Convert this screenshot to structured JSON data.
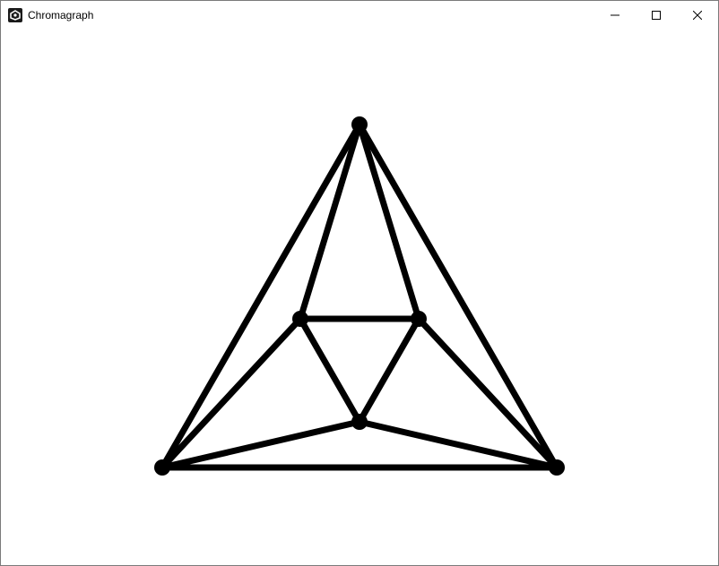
{
  "window": {
    "title": "Chromagraph",
    "app_icon": "chromagraph-logo-icon",
    "controls": [
      "minimize-icon",
      "maximize-icon",
      "close-icon"
    ]
  },
  "graph": {
    "vertex_color": "#000000",
    "edge_color": "#000000",
    "vertices": [
      {
        "id": "top"
      },
      {
        "id": "inner-left"
      },
      {
        "id": "inner-right"
      },
      {
        "id": "inner-bottom"
      },
      {
        "id": "outer-left"
      },
      {
        "id": "outer-right"
      }
    ],
    "edges": [
      [
        "top",
        "outer-left"
      ],
      [
        "top",
        "outer-right"
      ],
      [
        "top",
        "inner-left"
      ],
      [
        "top",
        "inner-right"
      ],
      [
        "inner-left",
        "inner-right"
      ],
      [
        "inner-left",
        "inner-bottom"
      ],
      [
        "inner-right",
        "inner-bottom"
      ],
      [
        "inner-left",
        "outer-left"
      ],
      [
        "inner-right",
        "outer-right"
      ],
      [
        "inner-bottom",
        "outer-left"
      ],
      [
        "inner-bottom",
        "outer-right"
      ],
      [
        "outer-left",
        "outer-right"
      ]
    ]
  }
}
